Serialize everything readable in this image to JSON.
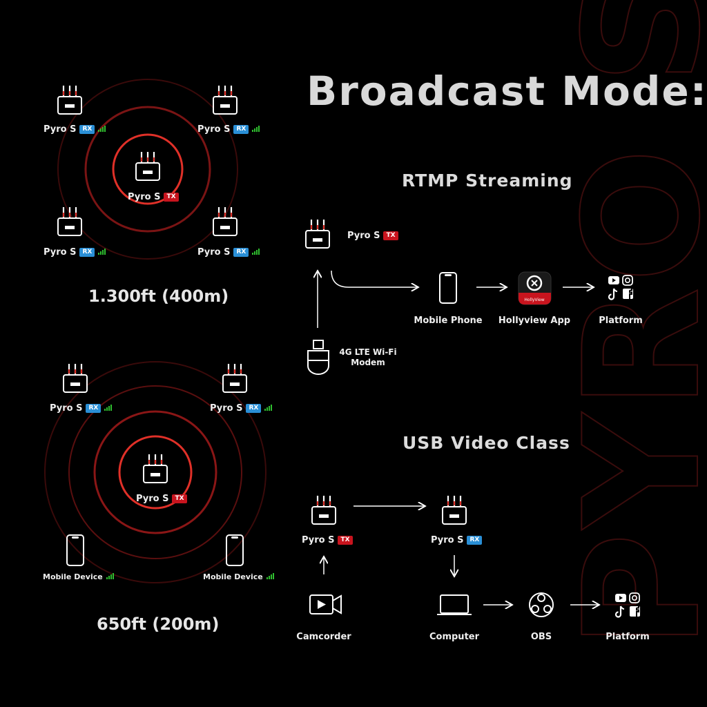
{
  "title": "Broadcast Mode:",
  "watermark": "PYRO S",
  "colors": {
    "accent_red": "#c8141e",
    "rx_blue": "#2a8fd6",
    "signal_green": "#2fbf2f",
    "ring_dark_red": "#4a0c0c"
  },
  "range_top": {
    "label": "1.300ft (400m)",
    "tx": {
      "name": "Pyro S",
      "badge": "TX"
    },
    "receivers": [
      {
        "name": "Pyro S",
        "badge": "RX"
      },
      {
        "name": "Pyro S",
        "badge": "RX"
      },
      {
        "name": "Pyro S",
        "badge": "RX"
      },
      {
        "name": "Pyro S",
        "badge": "RX"
      }
    ]
  },
  "range_bottom": {
    "label": "650ft (200m)",
    "tx": {
      "name": "Pyro S",
      "badge": "TX"
    },
    "receivers": [
      {
        "name": "Pyro S",
        "badge": "RX"
      },
      {
        "name": "Pyro S",
        "badge": "RX"
      }
    ],
    "mobiles": [
      {
        "name": "Mobile Device"
      },
      {
        "name": "Mobile Device"
      }
    ]
  },
  "rtmp": {
    "heading": "RTMP Streaming",
    "tx": {
      "name": "Pyro S",
      "badge": "TX"
    },
    "modem": {
      "line1": "4G LTE Wi-Fi",
      "line2": "Modem"
    },
    "phone": "Mobile Phone",
    "app": "Hollyview App",
    "app_icon_text": "HollyView",
    "platform": "Platform"
  },
  "uvc": {
    "heading": "USB Video Class",
    "tx": {
      "name": "Pyro S",
      "badge": "TX"
    },
    "rx": {
      "name": "Pyro S",
      "badge": "RX"
    },
    "camcorder": "Camcorder",
    "computer": "Computer",
    "obs": "OBS",
    "platform": "Platform"
  }
}
